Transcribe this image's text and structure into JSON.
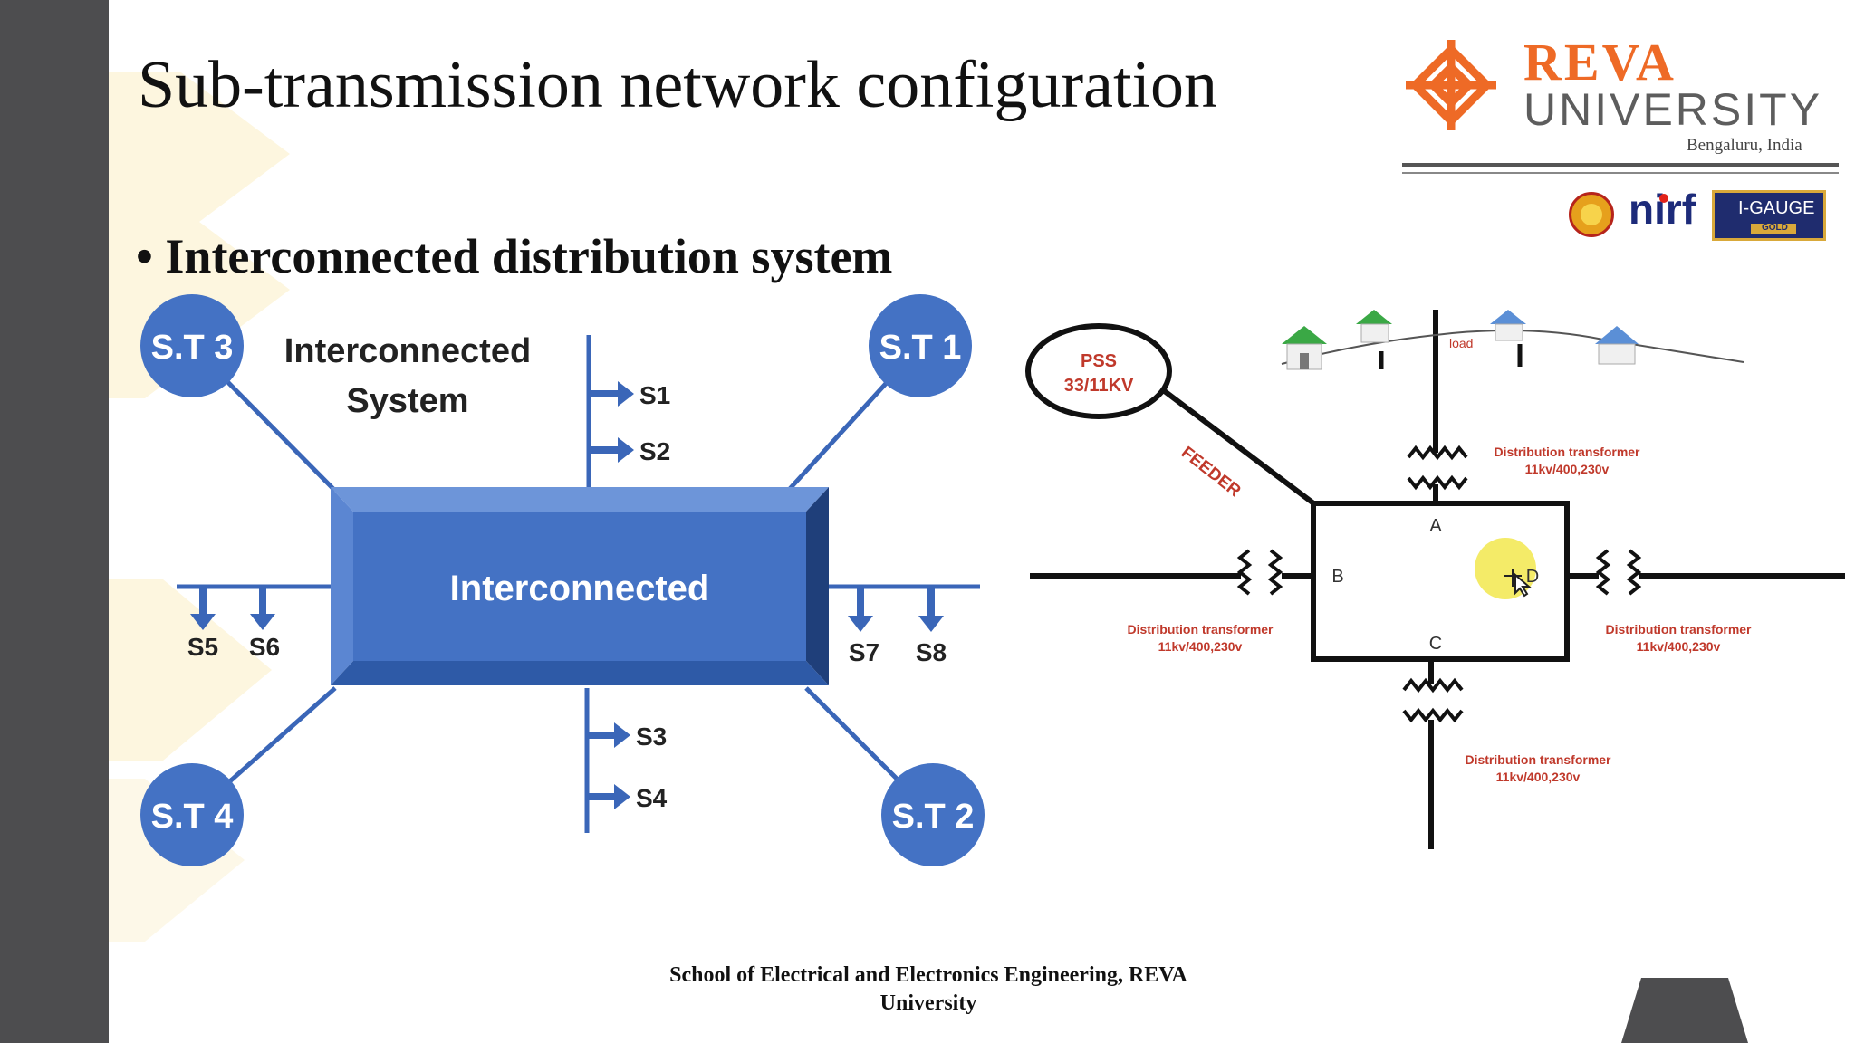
{
  "slide": {
    "title": "Sub-transmission network configuration",
    "bullet": "• Interconnected distribution system",
    "footer_line1": "School of Electrical and Electronics Engineering, REVA",
    "footer_line2": "University"
  },
  "logo": {
    "name": "REVA",
    "subtitle": "UNIVERSITY",
    "location": "Bengaluru, India",
    "badges": [
      "aicte-seal",
      "nirf",
      "qs-i-gauge"
    ],
    "nirf_text": "nirf",
    "qs_text": "I-GAUGE",
    "qs_grade": "GOLD",
    "color": "#ee6a26"
  },
  "left_diagram": {
    "heading_line1": "Interconnected",
    "heading_line2": "System",
    "center_label": "Interconnected",
    "substations": {
      "st1": "S.T 1",
      "st2": "S.T 2",
      "st3": "S.T 3",
      "st4": "S.T 4"
    },
    "feeders": {
      "s1": "S1",
      "s2": "S2",
      "s3": "S3",
      "s4": "S4",
      "s5": "S5",
      "s6": "S6",
      "s7": "S7",
      "s8": "S8"
    },
    "colors": {
      "block": "#4472c4",
      "dark": "#2f5597"
    }
  },
  "right_diagram": {
    "pss_line1": "PSS",
    "pss_line2": "33/11KV",
    "feeder": "FEEDER",
    "load": "load",
    "nodes": {
      "a": "A",
      "b": "B",
      "c": "C",
      "d": "D"
    },
    "transformer_label": "Distribution transformer",
    "transformer_rating": "11kv/400,230v",
    "label_color": "#c0392b"
  }
}
